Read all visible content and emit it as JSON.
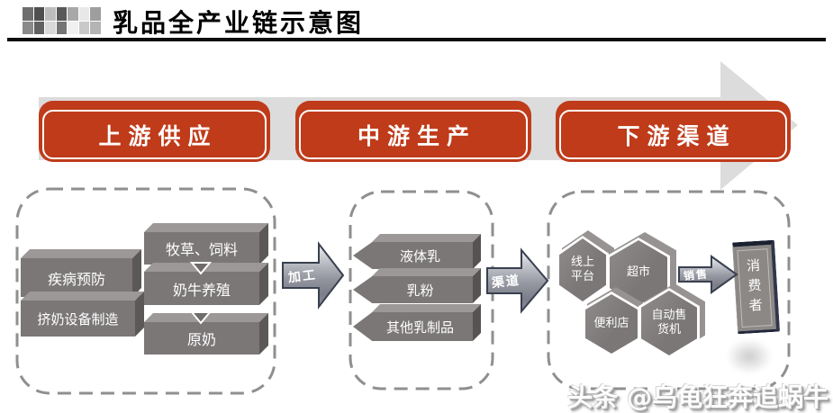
{
  "header": {
    "title": "乳品全产业链示意图"
  },
  "banners": [
    {
      "label": "上游供应"
    },
    {
      "label": "中游生产"
    },
    {
      "label": "下游渠道"
    }
  ],
  "upstream": {
    "support_items": [
      "疾病预防",
      "挤奶设备制造"
    ],
    "chain_items": [
      "牧草、饲料",
      "奶牛养殖",
      "原奶"
    ]
  },
  "midstream": {
    "products": [
      "液体乳",
      "乳粉",
      "其他乳制品"
    ]
  },
  "downstream": {
    "channels": [
      "线上平台",
      "超市",
      "便利店",
      "自动售货机"
    ],
    "consumer_label": "消费者"
  },
  "flow_arrows": {
    "process": "加工",
    "channel": "渠道",
    "sales": "销售"
  },
  "watermark": {
    "text": "头条 @乌龟狂奔追蜗牛"
  },
  "colors": {
    "banner_red": "#bf3b1a",
    "band_gray": "#dcdcdc",
    "box_gray": "#7b7777",
    "box_top_gray": "#9c9897",
    "box_side_gray": "#5d5858",
    "dash_gray": "#8f8f8f",
    "arrow_outline": "#39404f"
  }
}
